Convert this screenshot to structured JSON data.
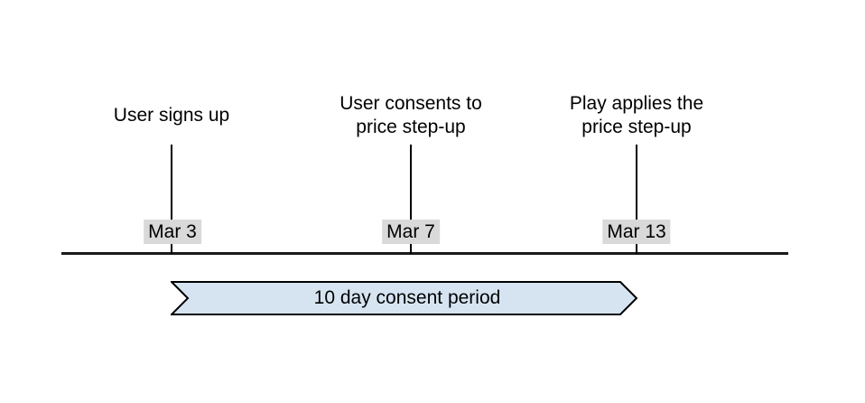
{
  "diagram": {
    "type": "timeline",
    "background_color": "#ffffff",
    "line_color": "#000000",
    "date_chip_bg": "#d9d9d9",
    "events": [
      {
        "title": "User signs up",
        "date": "Mar 3"
      },
      {
        "title": "User consents to\nprice step-up",
        "date": "Mar 7"
      },
      {
        "title": "Play applies the\nprice step-up",
        "date": "Mar 13"
      }
    ],
    "period_banner": {
      "label": "10 day consent period",
      "fill": "#d6e4f2",
      "border": "#000000",
      "spans_from": "Mar 3",
      "spans_to": "Mar 13"
    }
  }
}
